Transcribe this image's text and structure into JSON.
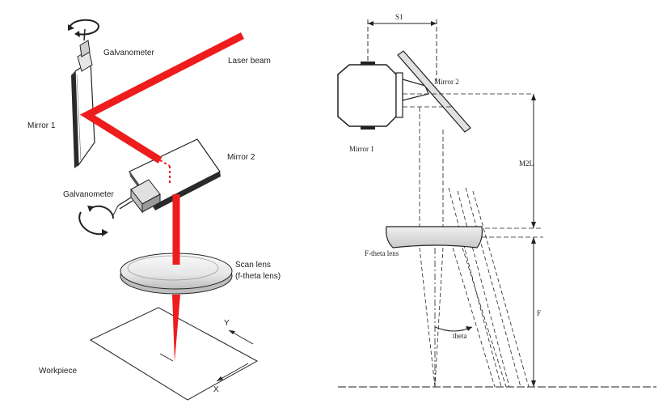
{
  "left_labels": {
    "galvanometer_top": "Galvanometer",
    "laser_beam": "Laser beam",
    "mirror1": "Mirror 1",
    "mirror2": "Mirror 2",
    "galvanometer_bottom": "Galvanometer",
    "scan_lens": "Scan lens",
    "scan_lens_sub": "(f-theta lens)",
    "y_axis": "Y",
    "x_axis": "X",
    "workpiece": "Workpiece"
  },
  "right_labels": {
    "s1": "S1",
    "mirror2": "Mirror 2",
    "mirror1": "Mirror 1",
    "m2l": "M2L",
    "f_theta_lens": "F-theta lens",
    "f": "F",
    "theta": "theta"
  },
  "colors": {
    "laser": "#ee1c1c",
    "line": "#222222",
    "fill_light": "#f2f2f2",
    "fill_mid": "#d4d4d4"
  }
}
